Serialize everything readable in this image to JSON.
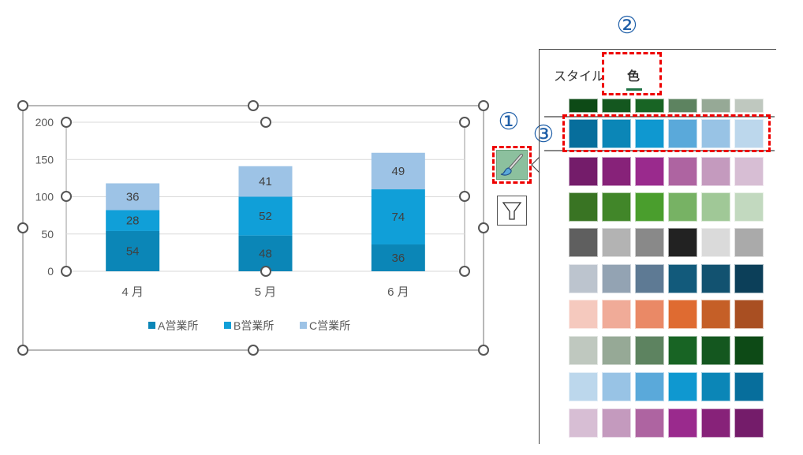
{
  "chart_data": {
    "type": "bar",
    "stacked": true,
    "categories": [
      "4 月",
      "5 月",
      "6 月"
    ],
    "series": [
      {
        "name": "A営業所",
        "values": [
          54,
          48,
          36
        ],
        "color": "#0B86B7"
      },
      {
        "name": "B営業所",
        "values": [
          28,
          52,
          74
        ],
        "color": "#109FD8"
      },
      {
        "name": "C営業所",
        "values": [
          36,
          41,
          49
        ],
        "color": "#9DC3E6"
      }
    ],
    "yticks": [
      0,
      50,
      100,
      150,
      200
    ],
    "ylim": [
      0,
      200
    ],
    "grid": true,
    "legend": "bottom"
  },
  "panel": {
    "tab_style": "スタイル",
    "tab_color": "色",
    "rows": [
      [
        "#0D4A16",
        "#14571F",
        "#186424",
        "#5D8360",
        "#96A996",
        "#BFC8BF"
      ],
      [
        "#076E9C",
        "#0B86B7",
        "#0F98D0",
        "#5AA9DA",
        "#98C3E5",
        "#BCD7EC"
      ],
      [
        "#741C6A",
        "#872279",
        "#9A2A8D",
        "#AE64A1",
        "#C49ABE",
        "#D7BED4"
      ],
      [
        "#397423",
        "#418629",
        "#4A9E2D",
        "#77B264",
        "#A0C897",
        "#C2D9BF"
      ],
      [
        "#5F5F5F",
        "#B3B3B3",
        "#898989",
        "#222222",
        "#DADADA",
        "#AAAAAA"
      ],
      [
        "#BCC4CE",
        "#93A3B3",
        "#5E7A94",
        "#125A7B",
        "#125270",
        "#0C3F59"
      ],
      [
        "#F5C9BE",
        "#F0AB98",
        "#EA8966",
        "#DF6B31",
        "#C55F27",
        "#A94F22"
      ],
      [
        "#BFC8BF",
        "#96A996",
        "#5D8360",
        "#186424",
        "#14571F",
        "#0D4A16"
      ],
      [
        "#BCD7EC",
        "#98C3E5",
        "#5AA9DA",
        "#0F98D0",
        "#0B86B7",
        "#076E9C"
      ],
      [
        "#D7BED4",
        "#C49ABE",
        "#AE64A1",
        "#9A2A8D",
        "#872279",
        "#741C6A"
      ]
    ]
  },
  "annotations": {
    "one": "①",
    "two": "②",
    "three": "③"
  },
  "icons": {
    "style": "paintbrush-icon",
    "filter": "funnel-icon"
  }
}
